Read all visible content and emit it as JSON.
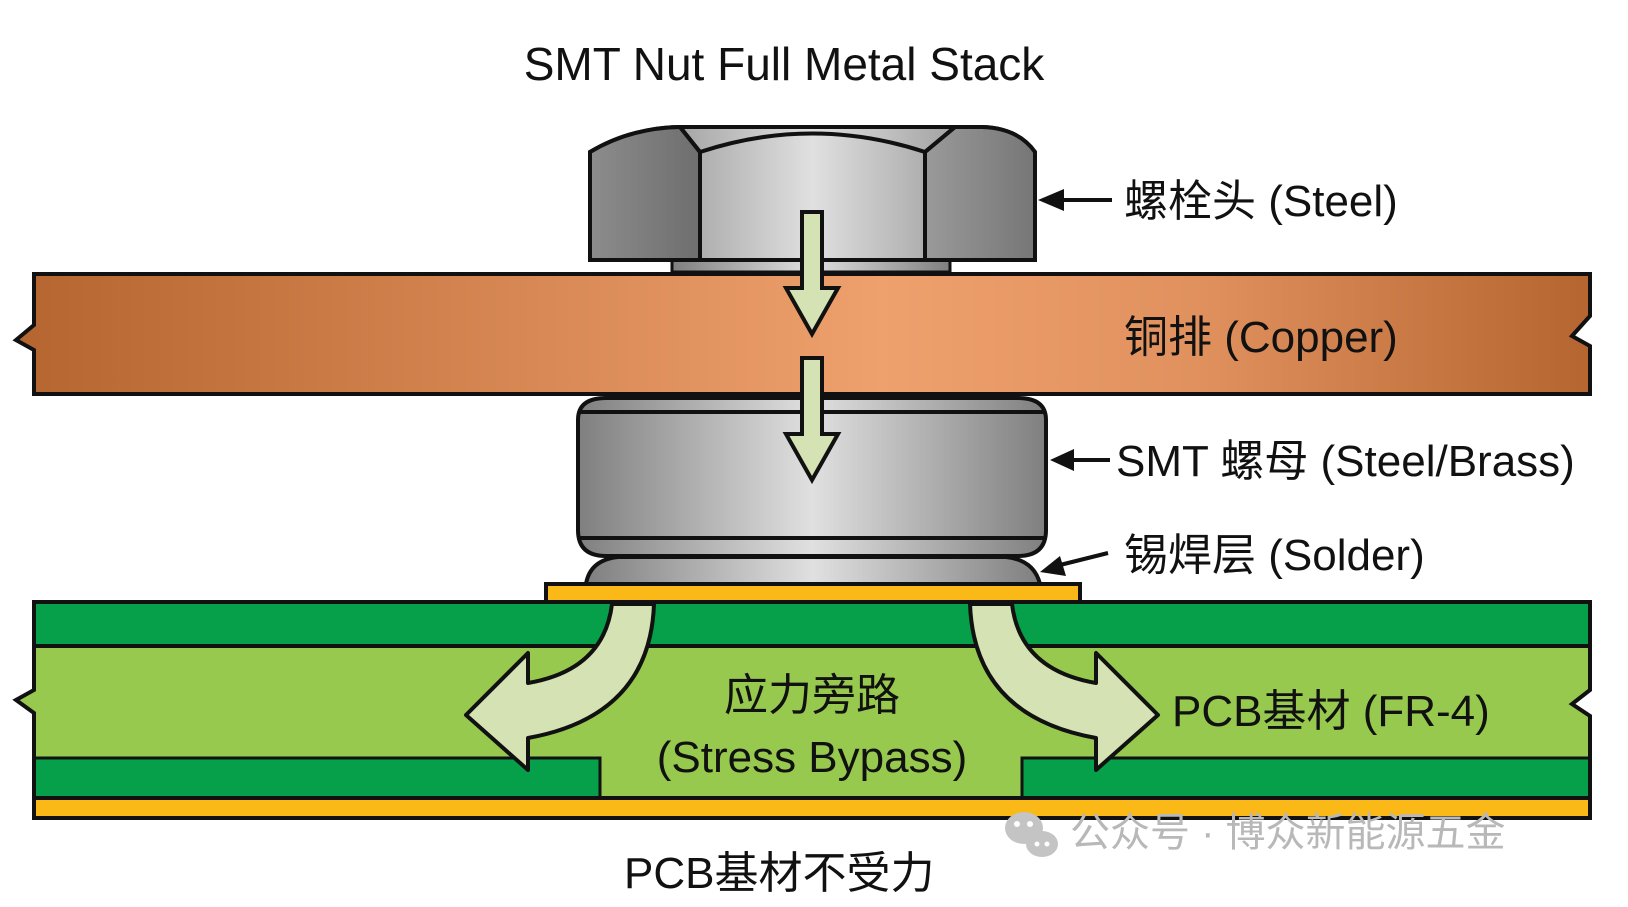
{
  "title": "SMT Nut Full Metal Stack",
  "labels": {
    "bolt_head": "螺栓头 (Steel)",
    "copper": "铜排 (Copper)",
    "smt_nut": "SMT 螺母 (Steel/Brass)",
    "solder": "锡焊层 (Solder)",
    "stress_bypass_cn": "应力旁路",
    "stress_bypass_en": "(Stress Bypass)",
    "pcb": "PCB基材 (FR-4)",
    "footer": "PCB基材不受力"
  },
  "watermark": {
    "icon": "wechat-icon",
    "text": "公众号 · 博众新能源五金"
  },
  "colors": {
    "copper_dark": "#b5652f",
    "copper_light": "#e89a68",
    "steel_dark": "#858585",
    "steel_light": "#dcdcdc",
    "pcb_dark_green": "#06a04a",
    "pcb_light_green": "#96c94e",
    "pad_gold": "#fbb917",
    "arrow_fill": "#d4e2b4",
    "outline": "#111111"
  }
}
